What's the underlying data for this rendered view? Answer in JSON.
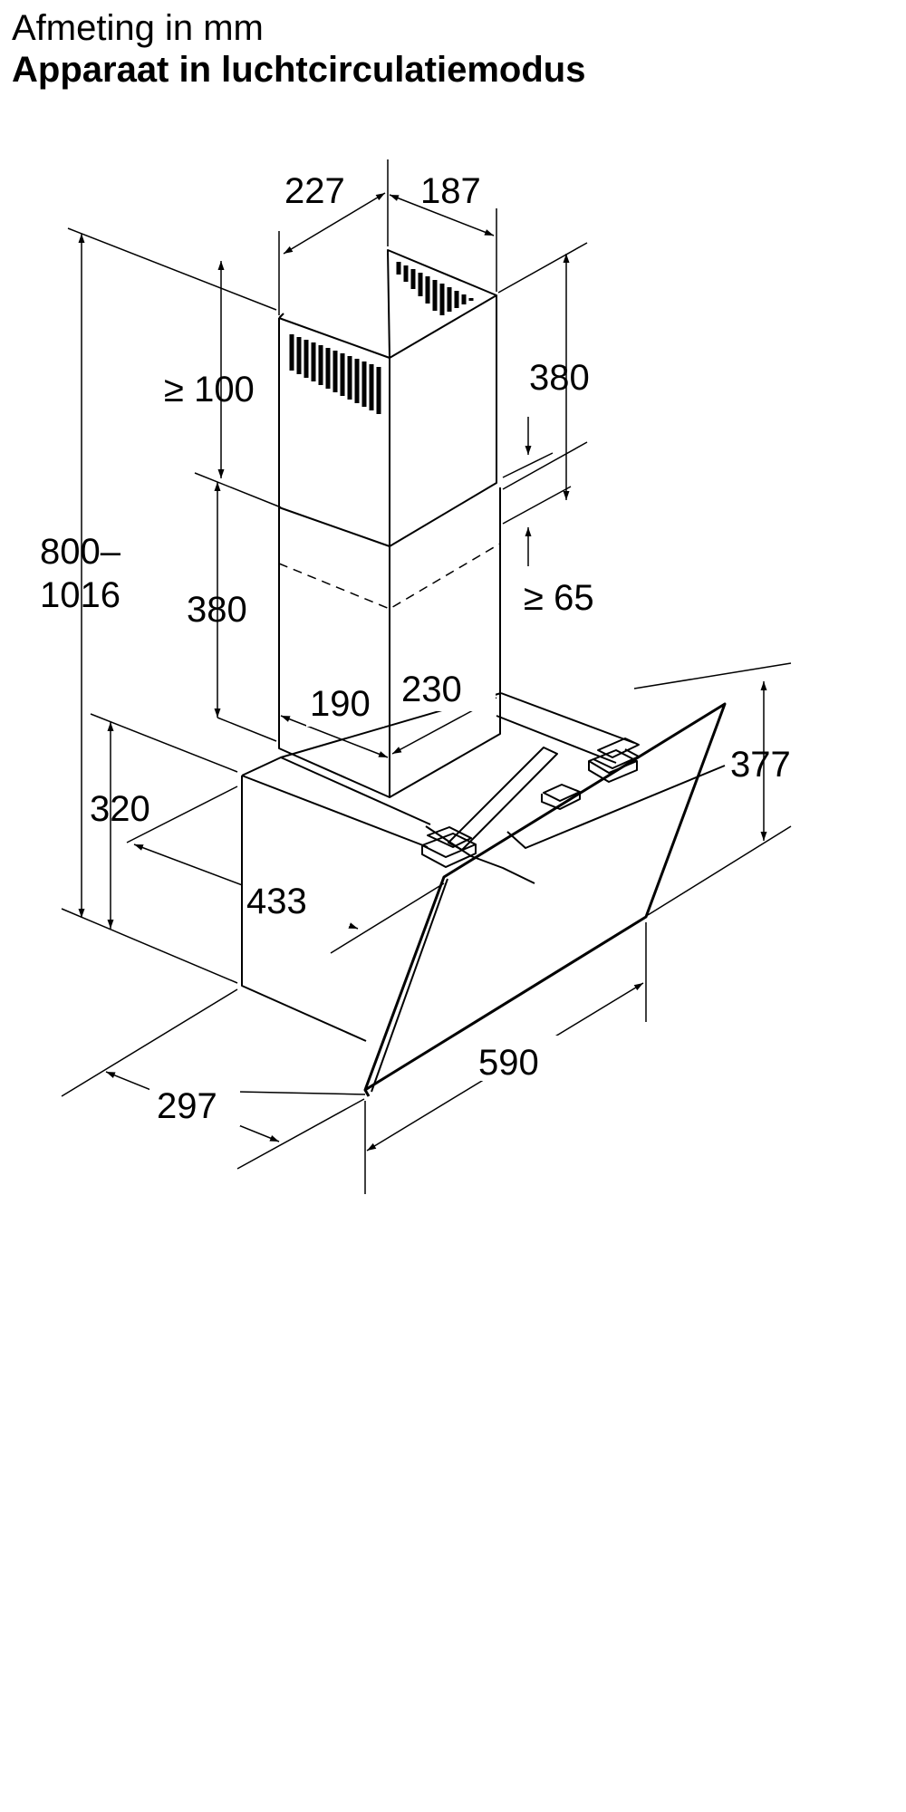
{
  "header": {
    "subtitle": "Afmeting in mm",
    "title": "Apparaat in luchtcirculatiemodus"
  },
  "dimensions": {
    "chimney_width": "227",
    "chimney_depth": "187",
    "upper_min": "≥ 100",
    "upper_height": "380",
    "total_height_a": "800–",
    "total_height_b": "1016",
    "lower_height": "380",
    "lower_min": "≥ 65",
    "duct_width": "190",
    "duct_depth": "230",
    "body_height": "320",
    "glass_height": "377",
    "body_depth": "433",
    "side_depth": "297",
    "width": "590"
  }
}
